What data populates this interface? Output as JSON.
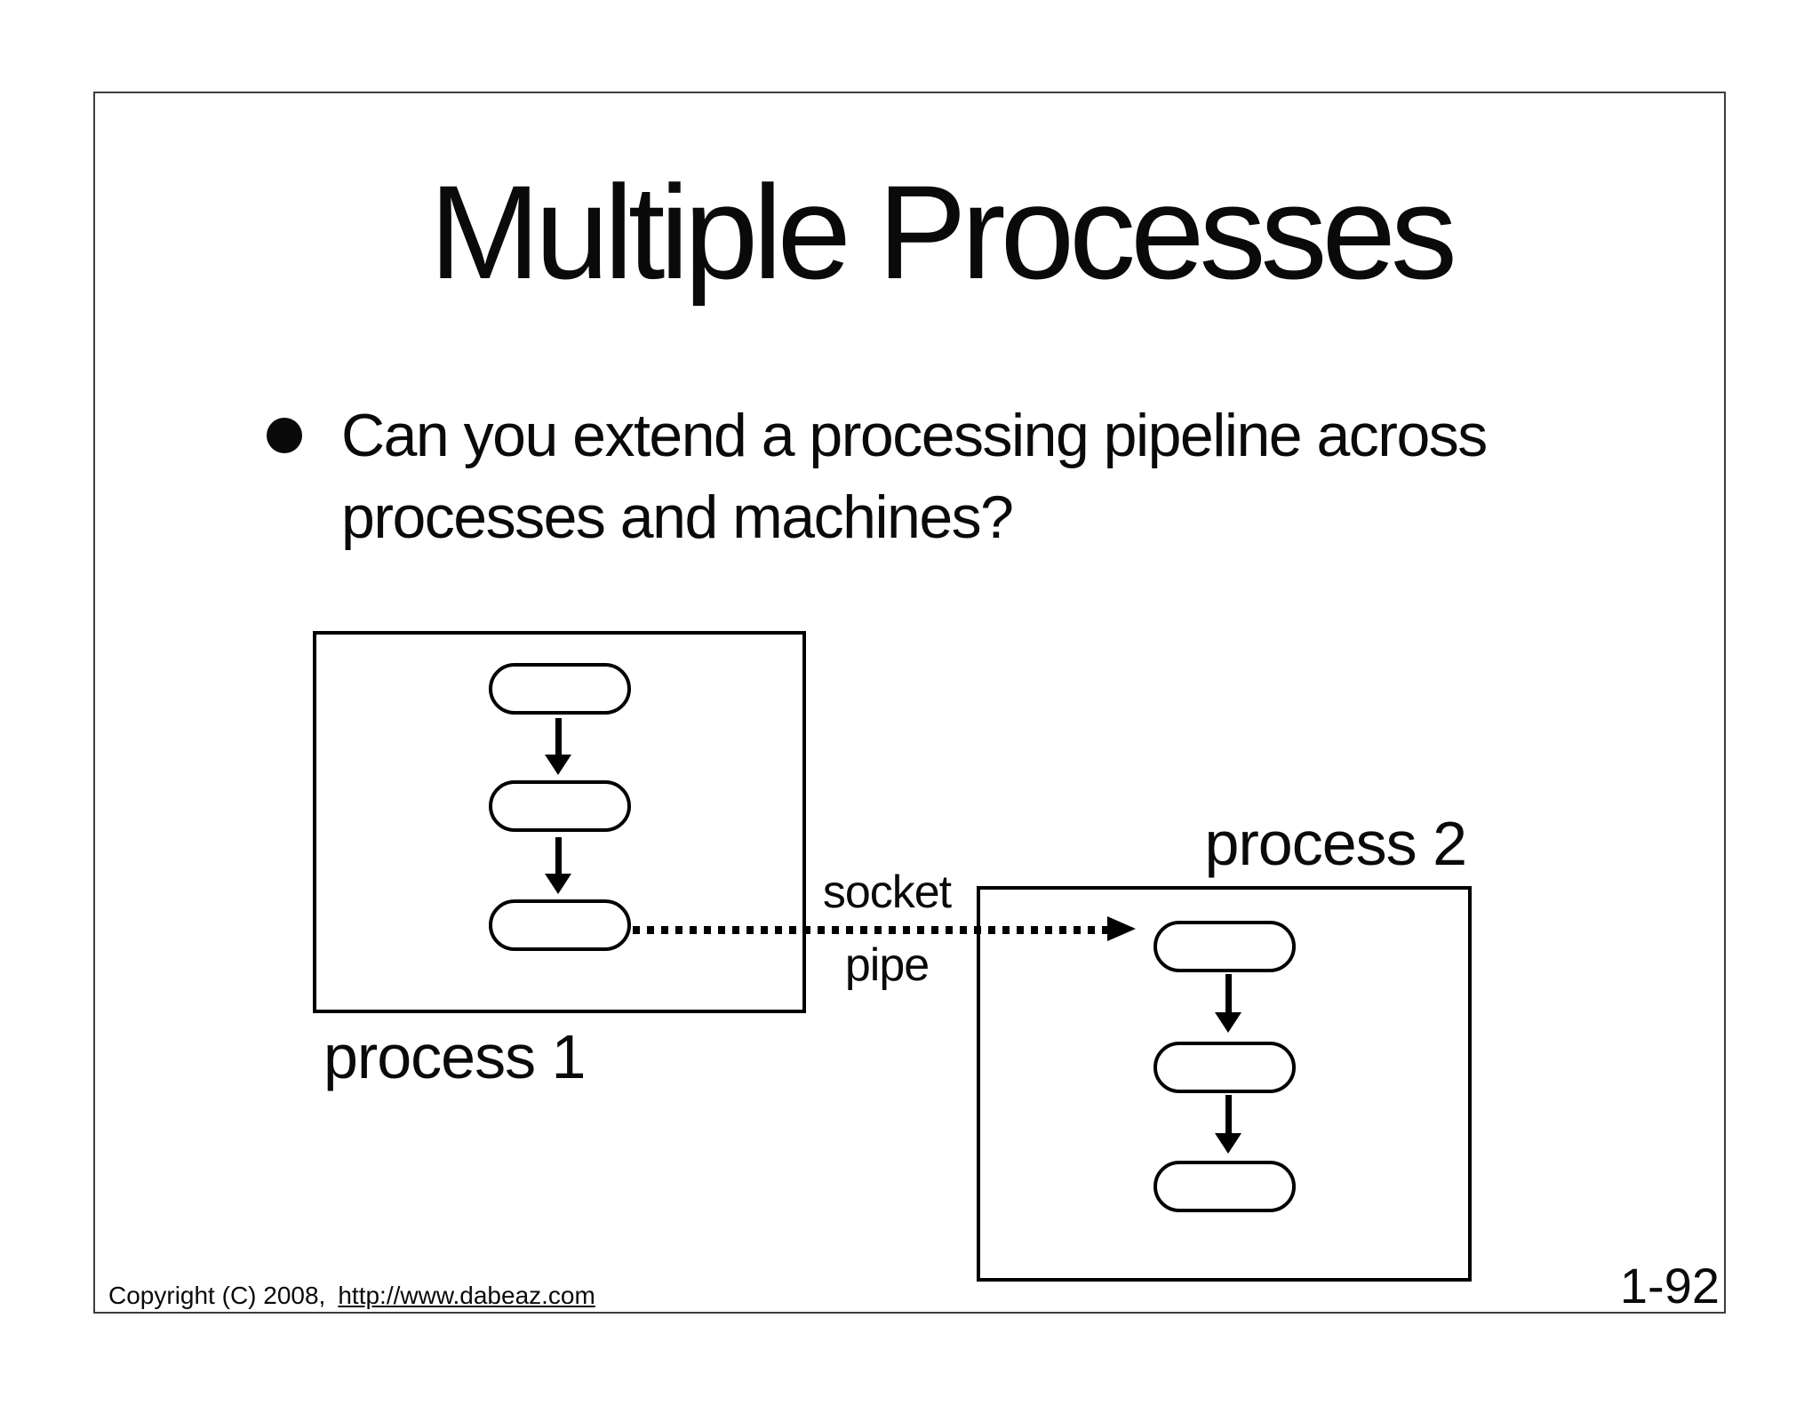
{
  "title": "Multiple Processes",
  "bullet": {
    "text": "Can you extend a processing pipeline across\nprocesses and machines?"
  },
  "diagram": {
    "process1": {
      "label": "process 1",
      "stage_count": 3
    },
    "process2": {
      "label": "process 2",
      "stage_count": 3
    },
    "connector": {
      "label_top": "socket",
      "label_bottom": "pipe"
    }
  },
  "footer": {
    "copyright": "Copyright (C) 2008,",
    "link": "http://www.dabeaz.com",
    "page_number": "1-92"
  },
  "colors": {
    "ink": "#000000",
    "frame_border": "#3d3d3d",
    "background": "#ffffff"
  }
}
